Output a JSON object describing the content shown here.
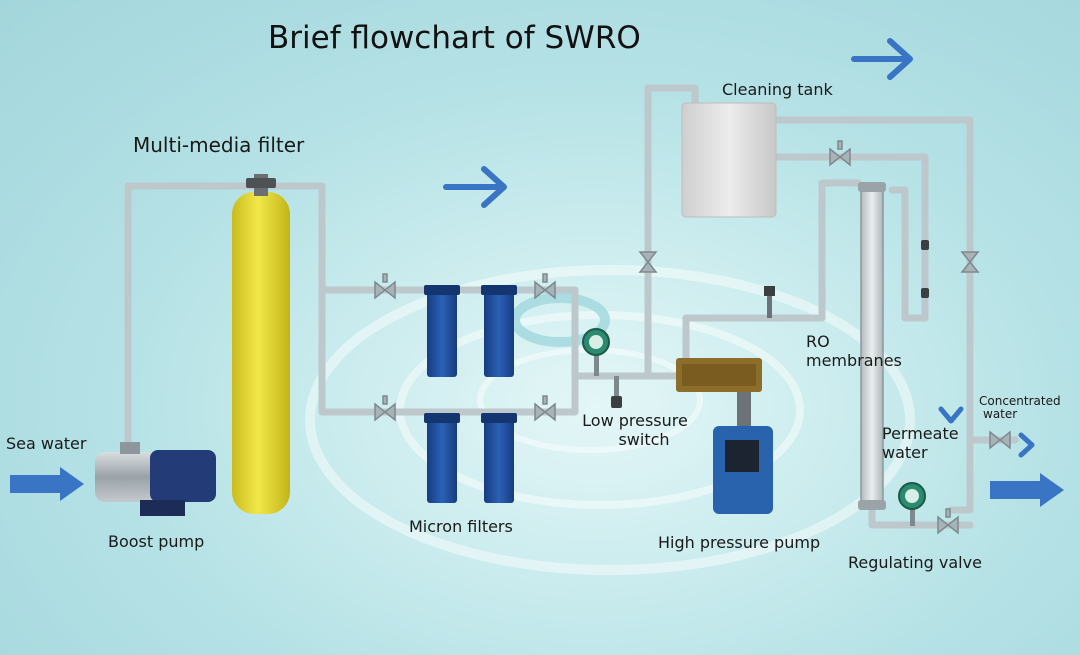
{
  "title": "Brief flowchart of SWRO",
  "labels": {
    "multi_media_filter": "Multi-media filter",
    "cleaning_tank": "Cleaning tank",
    "sea_water": "Sea water",
    "boost_pump": "Boost pump",
    "micron_filters": "Micron filters",
    "low_pressure_switch_1": "Low pressure",
    "low_pressure_switch_2": "switch",
    "high_pressure_pump": "High pressure pump",
    "ro_membranes_1": "RO",
    "ro_membranes_2": "membranes",
    "permeate_water_1": "Permeate",
    "permeate_water_2": "water",
    "concentrated_water_1": "Concentrated",
    "concentrated_water_2": "water",
    "regulating_valve": "Regulating valve"
  },
  "colors": {
    "pipe": "#bdc8cc",
    "filter_yellow": "#e8dc32",
    "filter_blue": "#1f4f9c",
    "arrow_blue": "#3a74c4",
    "tank": "#dedede",
    "pump_blue": "#2a63ad",
    "manifold": "#8c6d2a"
  }
}
